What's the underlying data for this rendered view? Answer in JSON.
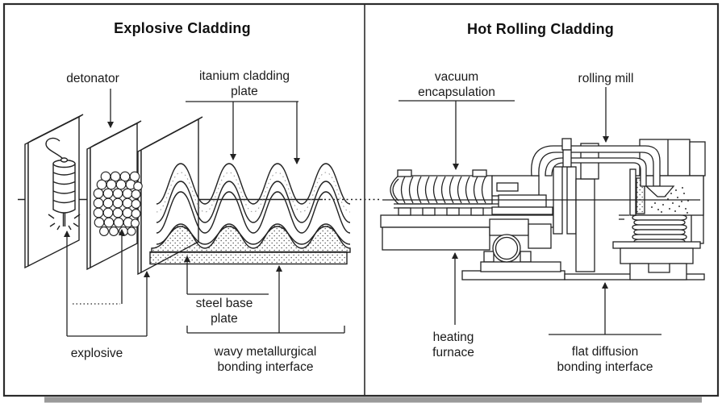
{
  "left_panel": {
    "title": "Explosive Cladding",
    "labels": {
      "detonator": "detonator",
      "cladding_plate": [
        "itanium cladding",
        "plate"
      ],
      "steel_base": [
        "steel base",
        "plate"
      ],
      "explosive": "explosive",
      "wavy_interface": [
        "wavy metallurgical",
        "bonding interface"
      ]
    }
  },
  "right_panel": {
    "title": "Hot Rolling Cladding",
    "labels": {
      "vacuum": [
        "vacuum",
        "encapsulation"
      ],
      "rolling_mill": "rolling mill",
      "heating_furnace": [
        "heating",
        "furnace"
      ],
      "flat_interface": [
        "flat diffusion",
        "bonding interface"
      ]
    }
  },
  "colors": {
    "line": "#222222",
    "faint_line": "#9a9a9a",
    "background": "#ffffff",
    "border": "#2b2b2b"
  }
}
